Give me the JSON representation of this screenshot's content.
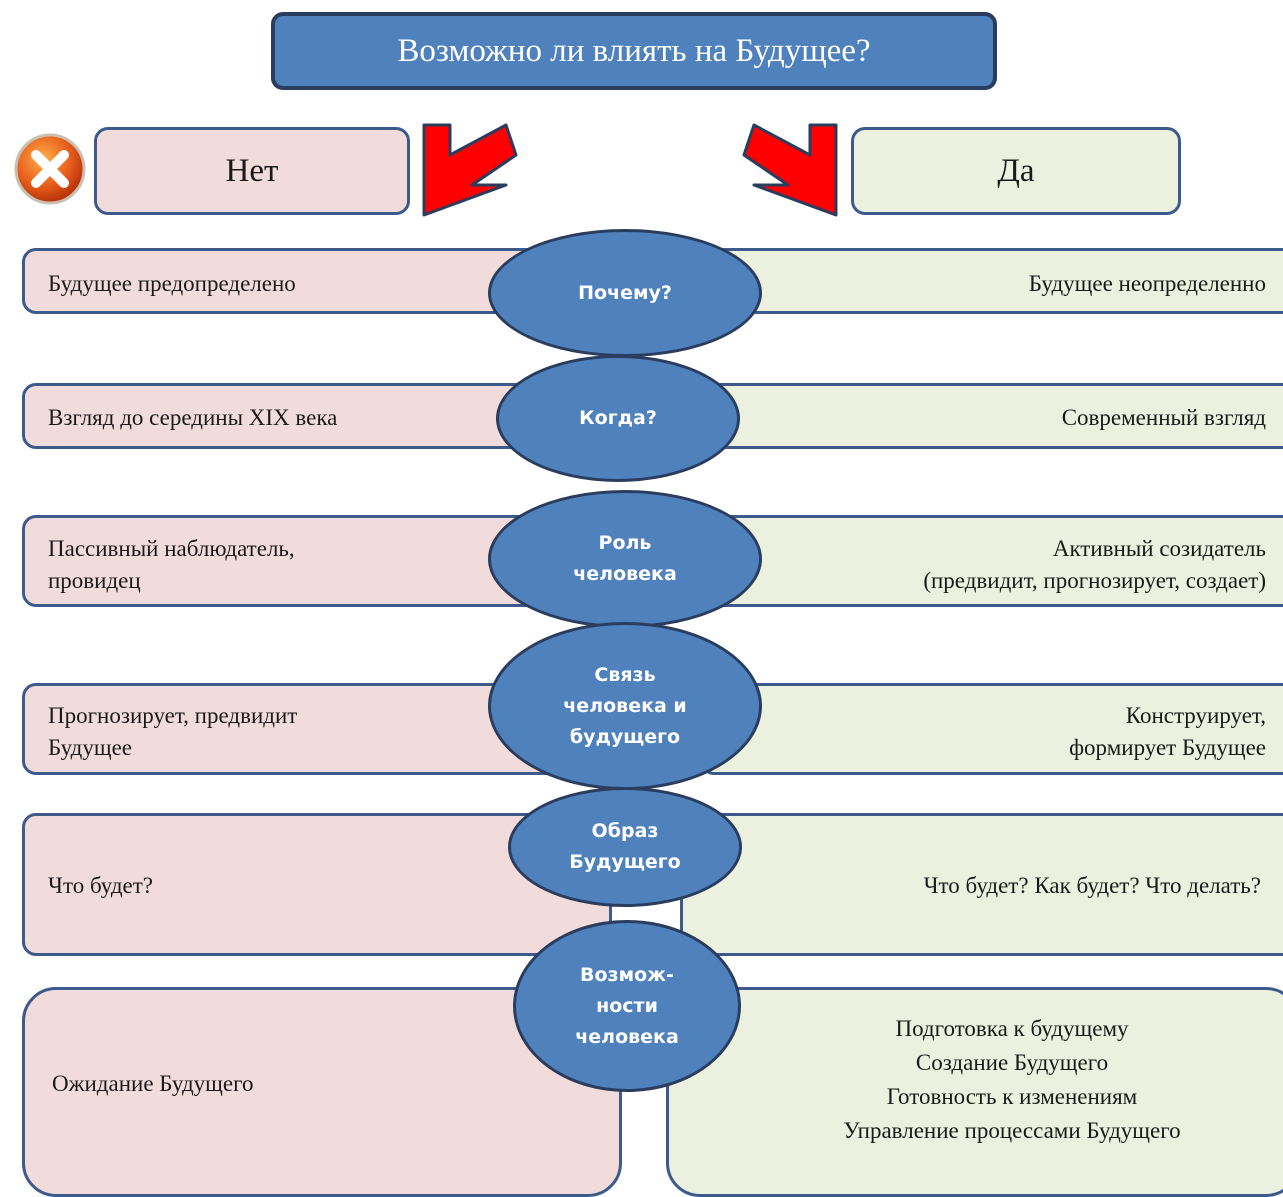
{
  "title": "Возможно ли влиять на Будущее?",
  "no_label": "Нет",
  "yes_label": "Да",
  "colors": {
    "ellipse_fill": "#4f81bd",
    "border": "#3d5a8c",
    "no_fill": "#f2dcdb",
    "yes_fill": "#ebf1de",
    "arrow": "#ff0000"
  },
  "icons": [
    "close-icon",
    "down-left-arrow-icon",
    "down-right-arrow-icon"
  ],
  "rows": [
    {
      "question": "Почему?",
      "no": "Будущее предопределено",
      "yes": "Будущее неопределенно"
    },
    {
      "question": "Когда?",
      "no": "Взгляд  до  середины XIX века",
      "yes": "Современный взгляд"
    },
    {
      "question": "Роль\nчеловека",
      "no": "Пассивный наблюдатель,\nпровидец",
      "yes": "Активный созидатель\n(предвидит, прогнозирует, создает)"
    },
    {
      "question": "Связь\nчеловека и\nбудущего",
      "no": "Прогнозирует, предвидит\nБудущее",
      "yes": "Конструирует,\nформирует Будущее"
    },
    {
      "question": "Образ\nБудущего",
      "no": "Что будет?",
      "yes": "Что будет? Как будет? Что делать?"
    },
    {
      "question": "Возмож-\nности\nчеловека",
      "no": "Ожидание Будущего",
      "yes": "Подготовка к будущему\nСоздание Будущего\nГотовность к изменениям\nУправление  процессами Будущего"
    }
  ]
}
